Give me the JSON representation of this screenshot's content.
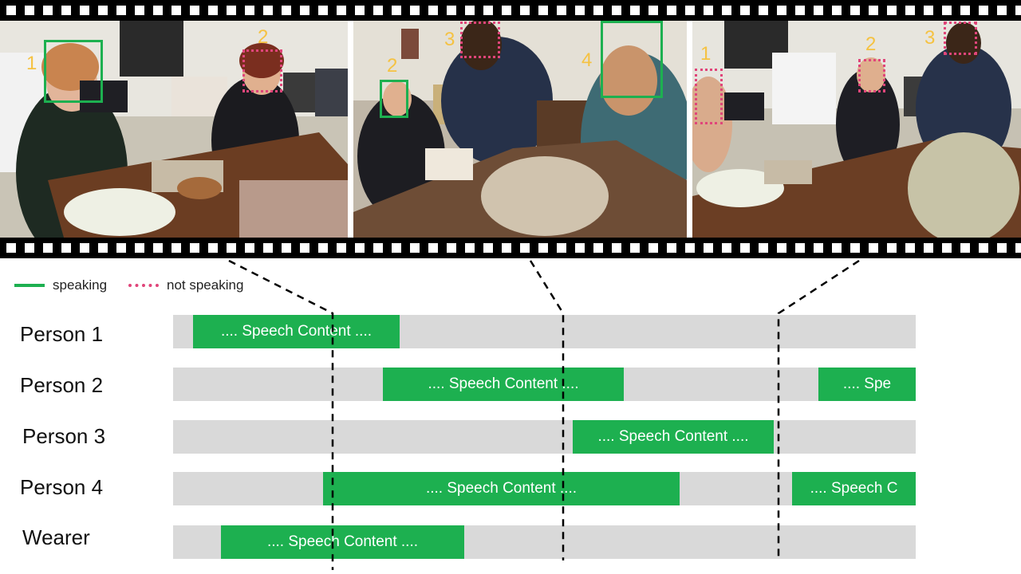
{
  "frames": [
    {
      "faces": [
        {
          "number": "1",
          "state": "speaking"
        },
        {
          "number": "2",
          "state": "not-speaking"
        }
      ]
    },
    {
      "faces": [
        {
          "number": "2",
          "state": "speaking"
        },
        {
          "number": "3",
          "state": "not-speaking"
        },
        {
          "number": "4",
          "state": "speaking"
        }
      ]
    },
    {
      "faces": [
        {
          "number": "1",
          "state": "not-speaking"
        },
        {
          "number": "2",
          "state": "not-speaking"
        },
        {
          "number": "3",
          "state": "not-speaking"
        }
      ]
    }
  ],
  "legend": {
    "speaking": "speaking",
    "not_speaking": "not speaking",
    "colors": {
      "speaking": "#1db050",
      "not_speaking": "#e0457a",
      "face_number": "#f5c242"
    }
  },
  "timeline": {
    "rows": [
      {
        "label": "Person 1",
        "segments": [
          {
            "text": ".... Speech Content ...."
          }
        ]
      },
      {
        "label": "Person 2",
        "segments": [
          {
            "text": ".... Speech Content ...."
          },
          {
            "text": ".... Spe"
          }
        ]
      },
      {
        "label": "Person 3",
        "segments": [
          {
            "text": ".... Speech Content ...."
          }
        ]
      },
      {
        "label": "Person 4",
        "segments": [
          {
            "text": ".... Speech Content ...."
          },
          {
            "text": ".... Speech C"
          }
        ]
      },
      {
        "label": "Wearer",
        "segments": [
          {
            "text": ".... Speech Content ...."
          }
        ]
      }
    ],
    "colors": {
      "track": "#d9d9d9",
      "segment": "#1db050"
    }
  }
}
